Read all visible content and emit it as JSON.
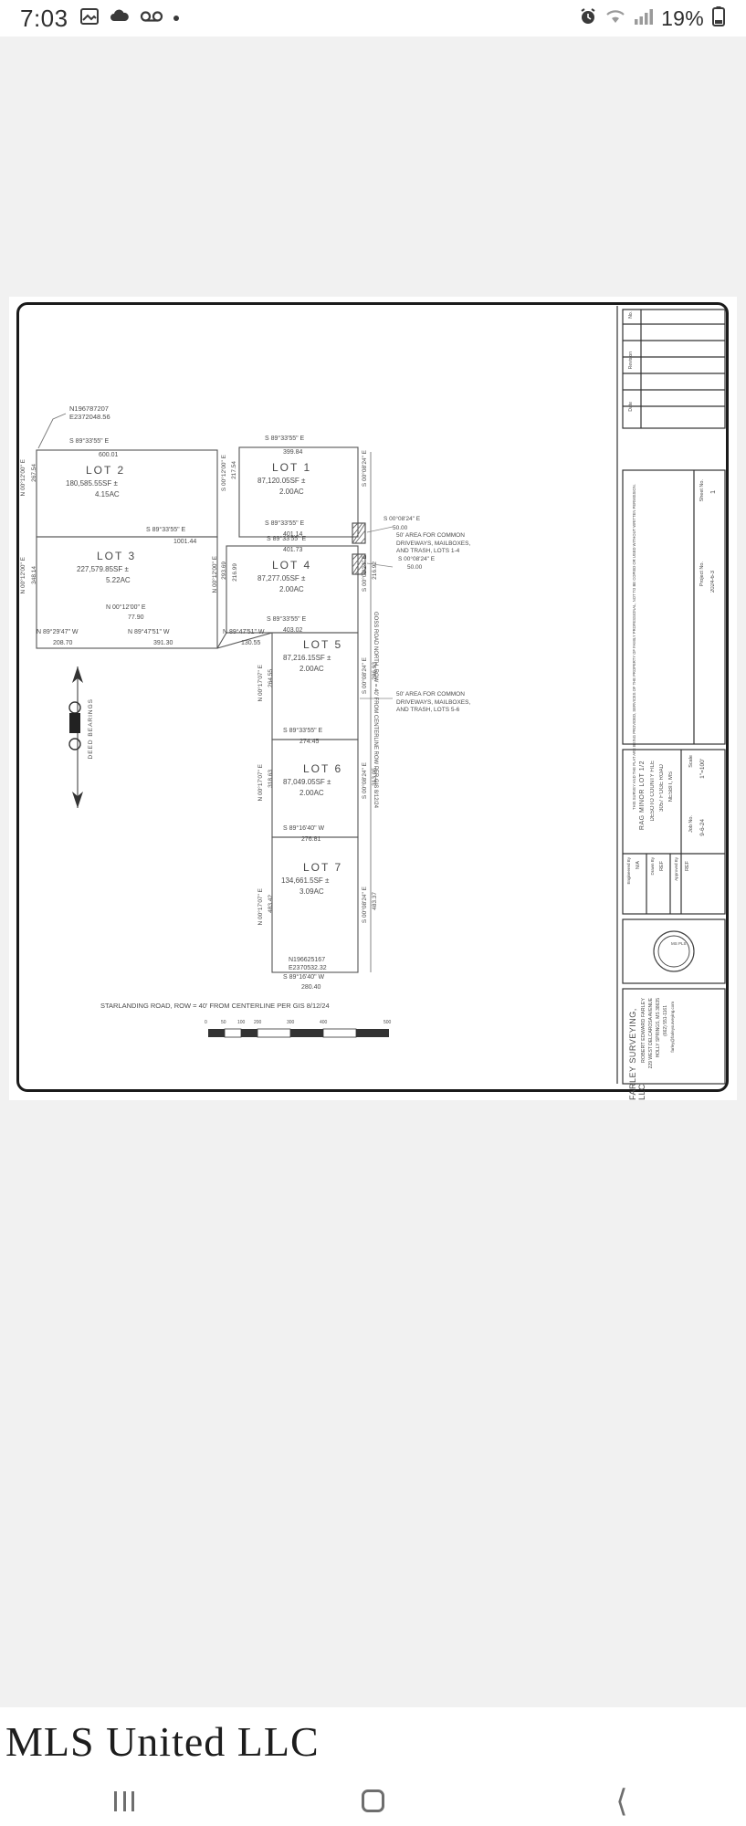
{
  "status_bar": {
    "time": "7:03",
    "left_icons": [
      "photo-icon",
      "cloud-icon",
      "voicemail-icon",
      "dot-icon"
    ],
    "right_icons": [
      "alarm-icon",
      "wifi-icon",
      "signal-icon"
    ],
    "battery_percent": "19%"
  },
  "watermark": {
    "text": "MLS United LLC"
  },
  "nav_bar": {
    "recents_label": "Recents",
    "home_label": "Home",
    "back_label": "Back"
  },
  "plat": {
    "corner_coordinate": {
      "northing": "N196787207",
      "easting": "E2372048.56"
    },
    "lots": [
      {
        "name": "LOT 2",
        "area_sf": "180,585.55SF  ±",
        "area_ac": "4.15AC"
      },
      {
        "name": "LOT 1",
        "area_sf": "87,120.05SF  ±",
        "area_ac": "2.00AC"
      },
      {
        "name": "LOT 3",
        "area_sf": "227,579.85SF  ±",
        "area_ac": "5.22AC"
      },
      {
        "name": "LOT 4",
        "area_sf": "87,277.05SF  ±",
        "area_ac": "2.00AC"
      },
      {
        "name": "LOT 5",
        "area_sf": "87,216.15SF  ±",
        "area_ac": "2.00AC"
      },
      {
        "name": "LOT 6",
        "area_sf": "87,049.05SF  ±",
        "area_ac": "2.00AC"
      },
      {
        "name": "LOT 7",
        "area_sf": "134,661.5SF  ±",
        "area_ac": "3.09AC"
      }
    ],
    "bearings": {
      "lot2_north_bearing": "S 89°33'55\" E",
      "lot2_north_dist": "600.01",
      "lot1_north_bearing": "S 89°33'55\" E",
      "lot1_north_dist": "399.84",
      "lot1_south_bearing": "S 89°33'55\" E",
      "lot1_south_dist": "401.14",
      "lot1_east_bearing": "S 00°08'24\" E",
      "lot1_east_dist": "217.54",
      "lot1_west_bearing": "S 00°12'00\" E",
      "lot2_west_bearing": "N 00°12'00\" E",
      "lot2_west_dist": "267.54",
      "lot3_north_bearing": "S 89°33'55\" E",
      "lot3_north_dist": "1001.44",
      "lot3_west_bearing": "N 00°12'00\" E",
      "lot3_west_dist": "348.14",
      "lot3_tie_bearing": "N 00°12'00\" E",
      "lot3_tie_dist": "77.90",
      "lot4_north_bearing": "S 89°33'55\" E",
      "lot4_north_dist": "401.73",
      "lot4_south_bearing": "S 89°33'55\" E",
      "lot4_south_dist": "403.02",
      "lot4_east_bearing": "S 00°08'24\" E",
      "lot4_east_dist": "216.92",
      "lot4_west_bearing": "N 00°12'00\" E",
      "lot4_west_dist": "293.69",
      "lot4_west_dist2": "216.99",
      "lot5_east_bearing": "S 00°08'24\" E",
      "lot5_east_dist": "286.93",
      "lot5_west_bearing": "N 00°17'07\" E",
      "lot5_west_dist": "264.55",
      "lot5_south_bearing": "S 89°33'55\" E",
      "lot5_south_dist": "274.45",
      "lot5_nw_bearing": "N 89°47'51\" W",
      "lot5_nw_dist": "130.55",
      "lot6_west_bearing": "N 00°17'07\" E",
      "lot6_west_dist": "318.63",
      "lot6_east_bearing": "S 00°08'24\" E",
      "lot6_east_dist": "313.05",
      "lot6_south_bearing": "S 89°16'40\" W",
      "lot6_south_dist": "276.81",
      "lot7_west_bearing": "N 00°17'07\" E",
      "lot7_west_dist": "483.42",
      "lot7_east_bearing": "S 00°08'24\" E",
      "lot7_east_dist": "483.37",
      "lot7_south_bearing": "S 89°16'40\" W",
      "lot7_south_dist": "280.40",
      "south_b1": "N 89°29'47\" W",
      "south_d1": "208.70",
      "south_b2": "N 89°47'51\" W",
      "south_d2": "391.30"
    },
    "easement_notes": [
      {
        "bearing_top": "S 00°08'24\" E",
        "dist_top": "50.00",
        "line1": "50' AREA FOR COMMON",
        "line2": "DRIVEWAYS, MAILBOXES,",
        "line3": "AND TRASH, LOTS 1-4",
        "bearing_bot": "S 00°08'24\" E",
        "dist_bot": "50.00"
      },
      {
        "line1": "50' AREA FOR COMMON",
        "line2": "DRIVEWAYS, MAILBOXES,",
        "line3": "AND TRASH, LOTS 5-6"
      }
    ],
    "road_labels": {
      "starlanding": "STARLANDING ROAD, ROW = 40' FROM CENTERLINE PER GIS 8/12/24",
      "goss_road": "GOSS ROAD NORTH, ROW = 40' FROM CENTERLINE ROW PER GIS 8/12/24"
    },
    "south_coordinate": {
      "northing": "N196625167",
      "easting": "E2370532.32"
    },
    "north_arrow_label": "DEED BEARINGS",
    "scale_bar": {
      "ticks": [
        "0",
        "50",
        "100",
        "200",
        "300",
        "400",
        "500"
      ]
    },
    "title_block": {
      "project_title": "RAG MINOR LOT 1/2",
      "county_file": "DESOTO COUNTY FILE",
      "address": "3057 F'DGE ROAD",
      "city": "NESBIT, MS",
      "firm_name": "FARLEY SURVEYING, LLC",
      "surveyor": "ROBERT EDWARD FARLEY",
      "firm_addr1": "229 WEST DELCAROSA AVENUE",
      "firm_addr2": "HOLLY SPRINGS, MS 38635",
      "firm_phone": "(662) 551-1161",
      "firm_email": "farley@farleysurveying.com",
      "date": "2024-6-3",
      "scale": "1\"=100'",
      "sheet": "1",
      "job_no": "9-6-24",
      "designed_by_label": "Engineered By",
      "designed_by": "N/A",
      "drawn_by_label": "Drawn By",
      "drawn_by": "REF",
      "approved_by_label": "Approved By",
      "approved_by": "REF",
      "revision_label": "Revision",
      "date_label": "Date",
      "no_label": "No.",
      "seal_text": "MS PLS",
      "disclaimer": "THIS SURVEY AND THE PLAT ARE BEING PROVIDED, SERVICES OF THE PROPERTY OF FAMILY PROFESSIONAL, NOT TO BE COPIED OR USED WITHOUT WRITTEN PERMISSION."
    }
  }
}
